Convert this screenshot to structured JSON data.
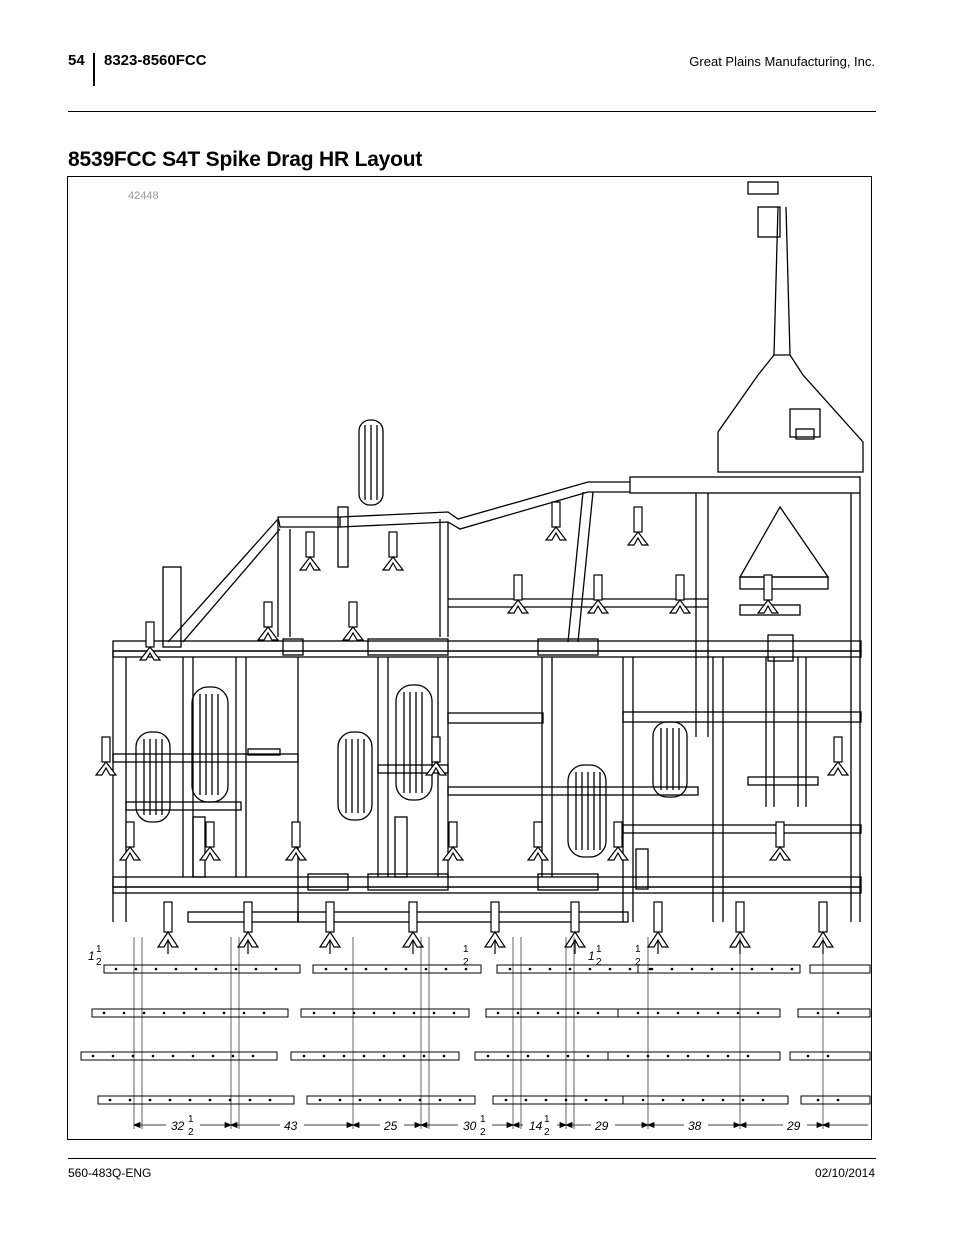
{
  "header": {
    "page_number": "54",
    "model": "8323-8560FCC",
    "company": "Great Plains Manufacturing, Inc."
  },
  "title": "8539FCC S4T Spike Drag HR Layout",
  "figure": {
    "id": "42448",
    "left_offset": {
      "whole": "1",
      "num": "1",
      "den": "2"
    },
    "center_offsets": [
      {
        "num": "1",
        "den": "2"
      },
      {
        "whole": "1",
        "num": "1",
        "den": "2"
      },
      {
        "num": "1",
        "den": "2"
      }
    ],
    "spacing_dims": [
      {
        "whole": "32",
        "num": "1",
        "den": "2"
      },
      {
        "whole": "43"
      },
      {
        "whole": "25"
      },
      {
        "whole": "30",
        "num": "1",
        "den": "2"
      },
      {
        "whole": "14",
        "num": "1",
        "den": "2"
      },
      {
        "whole": "29"
      },
      {
        "whole": "38"
      },
      {
        "whole": "29"
      }
    ]
  },
  "footer": {
    "doc_number": "560-483Q-ENG",
    "date": "02/10/2014"
  }
}
